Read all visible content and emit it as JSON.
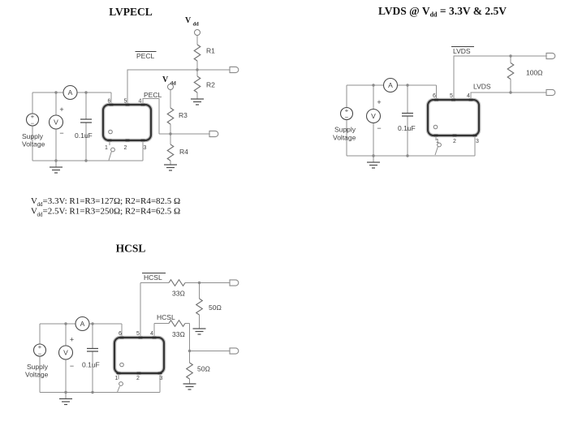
{
  "colors": {
    "background": "#ffffff",
    "wire": "#8f8f8f",
    "component_stroke": "#4a4a4a",
    "package_border": "#353535",
    "package_pad": "#2e2e2e",
    "label_text": "#3f3f3f",
    "title_text": "#151515"
  },
  "lvpecl": {
    "title": "LVPECL",
    "vdd_top": {
      "base": "V",
      "sub": "dd"
    },
    "vdd_mid": {
      "base": "V",
      "sub": "dd"
    },
    "signals": {
      "out_inverted": "PECL",
      "out": "PECL"
    },
    "resistors": {
      "r1": "R1",
      "r2": "R2",
      "r3": "R3",
      "r4": "R4"
    },
    "oscillator": {
      "pins_top": [
        "6",
        "5",
        "4"
      ],
      "pins_bottom": [
        "1",
        "2",
        "3"
      ]
    },
    "supply": {
      "line1": "Supply",
      "line2": "Voltage",
      "plus": "+",
      "minus": "−"
    },
    "ammeter": {
      "label": "A"
    },
    "voltmeter": {
      "label": "V",
      "plus": "+",
      "minus": "−"
    },
    "capacitor": {
      "value": "0.1uF"
    },
    "notes": {
      "line1_v": "V",
      "line1_sub": "dd",
      "line1_rest": "=3.3V: R1=R3=127Ω; R2=R4=82.5 Ω",
      "line2_v": "V",
      "line2_sub": "dd",
      "line2_rest": "=2.5V: R1=R3=250Ω; R2=R4=62.5 Ω"
    }
  },
  "lvds": {
    "title_pre": "LVDS @ V",
    "title_sub": "dd",
    "title_post": " = 3.3V & 2.5V",
    "signals": {
      "out_inverted": "LVDS",
      "out": "LVDS"
    },
    "resistors": {
      "termination": "100Ω"
    },
    "oscillator": {
      "pins_top": [
        "6",
        "5",
        "4"
      ],
      "pins_bottom": [
        "1",
        "2",
        "3"
      ]
    },
    "supply": {
      "line1": "Supply",
      "line2": "Voltage",
      "plus": "+",
      "minus": "−"
    },
    "ammeter": {
      "label": "A"
    },
    "voltmeter": {
      "label": "V",
      "plus": "+",
      "minus": "−"
    },
    "capacitor": {
      "value": "0.1uF"
    }
  },
  "hcsl": {
    "title": "HCSL",
    "signals": {
      "out_inverted": "HCSL",
      "out": "HCSL"
    },
    "resistors": {
      "series_top": "33Ω",
      "shunt_top": "50Ω",
      "series_bottom": "33Ω",
      "shunt_bottom": "50Ω"
    },
    "oscillator": {
      "pins_top": [
        "6",
        "5",
        "4"
      ],
      "pins_bottom": [
        "1",
        "2",
        "3"
      ]
    },
    "supply": {
      "line1": "Supply",
      "line2": "Voltage",
      "plus": "+",
      "minus": "−"
    },
    "ammeter": {
      "label": "A"
    },
    "voltmeter": {
      "label": "V",
      "plus": "+",
      "minus": "−"
    },
    "capacitor": {
      "value": "0.1uF"
    }
  }
}
